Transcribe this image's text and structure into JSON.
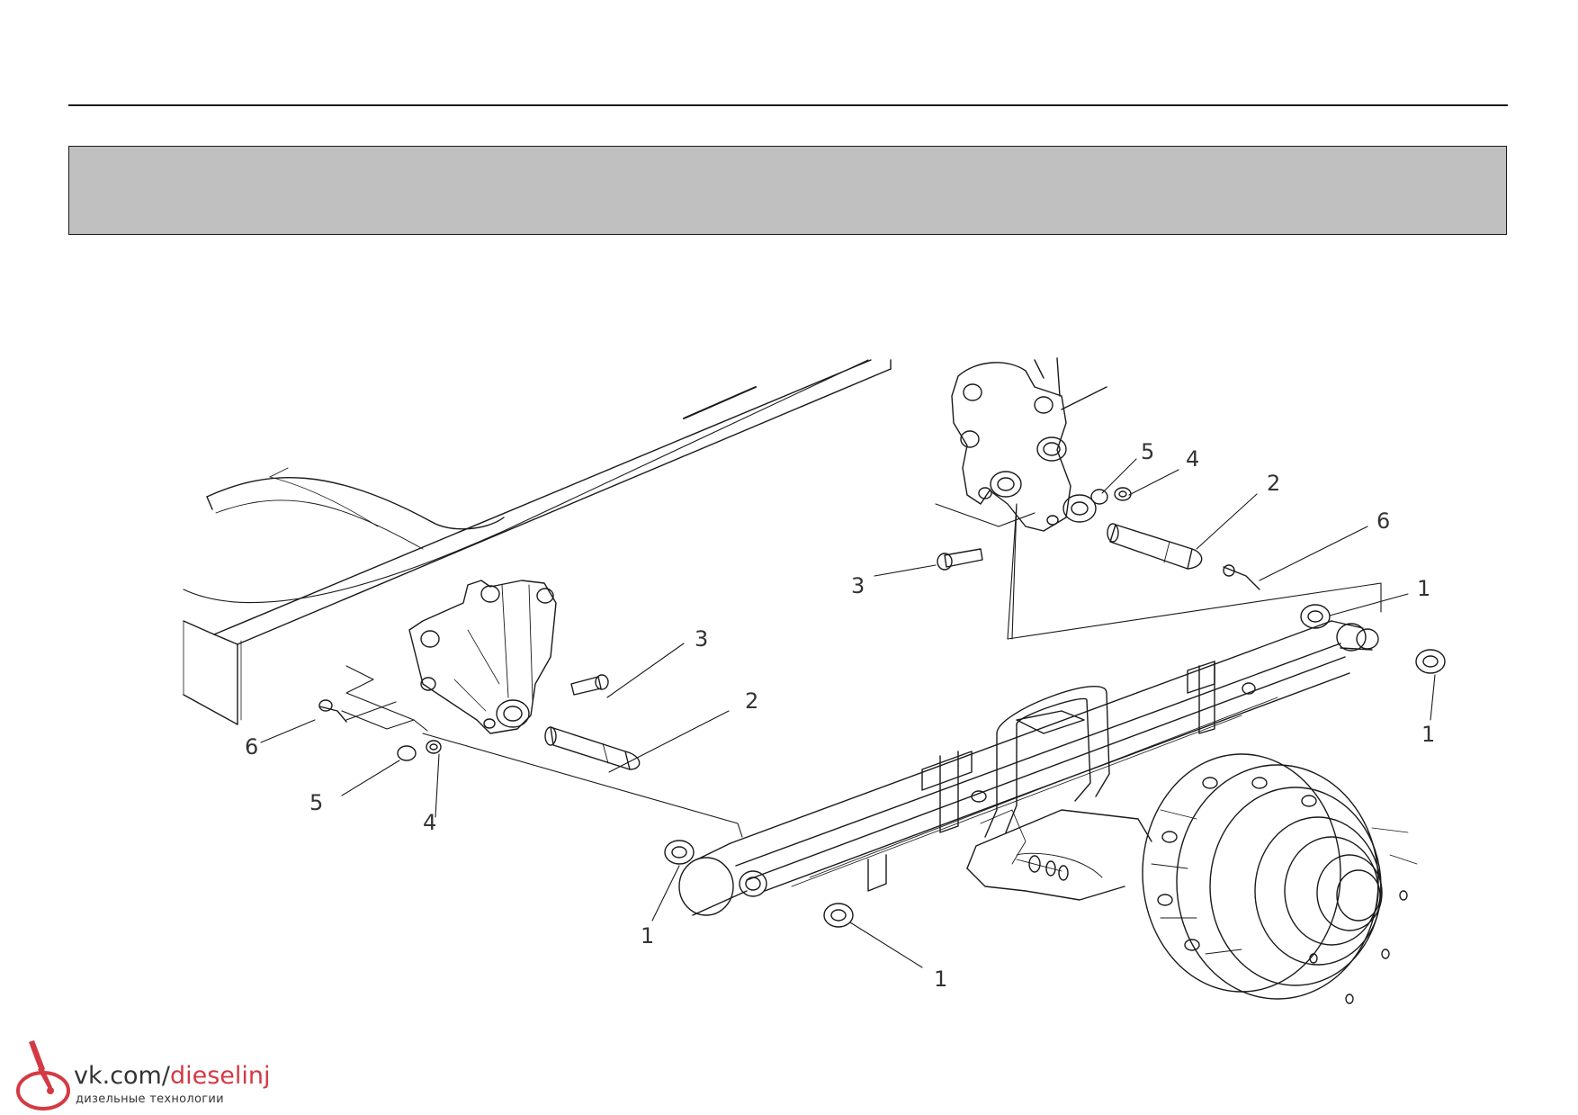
{
  "header": {
    "band_text": ""
  },
  "callouts": {
    "front_1_left": "1",
    "front_1_bottom": "1",
    "left_2": "2",
    "left_3": "3",
    "left_4": "4",
    "left_5": "5",
    "left_6": "6",
    "right_1_top": "1",
    "right_1_bottom": "1",
    "right_2": "2",
    "right_3": "3",
    "right_4": "4",
    "right_5": "5",
    "right_6": "6"
  },
  "watermark": {
    "url_prefix": "vk.com/",
    "url_accent": "dieselinj",
    "subtitle": "дизельные технологии",
    "accent_color": "#d33a43"
  },
  "colors": {
    "line": "#1a1a1a",
    "band": "#c0c0c0"
  }
}
